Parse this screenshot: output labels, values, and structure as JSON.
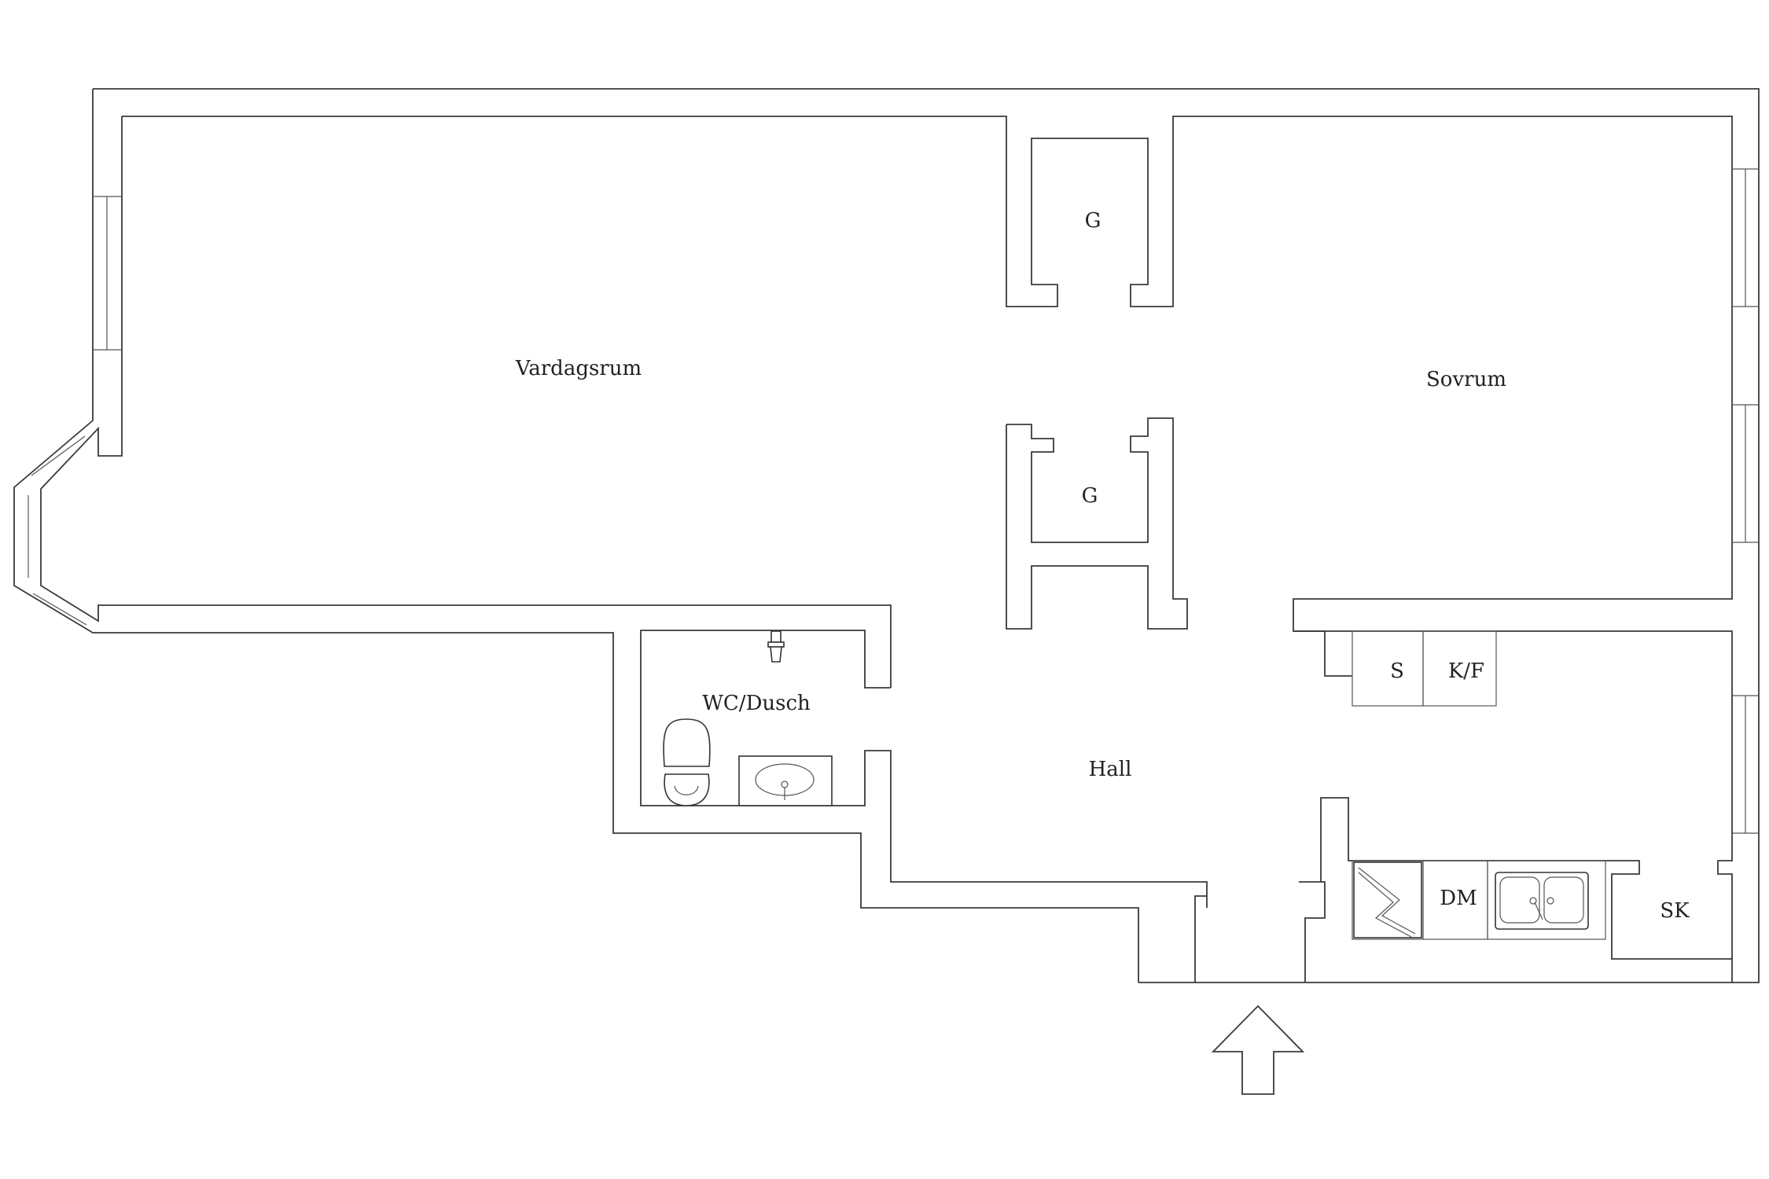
{
  "rooms": {
    "living_room": "Vardagsrum",
    "bedroom": "Sovrum",
    "closet_upper": "G",
    "closet_lower": "G",
    "bathroom": "WC/Dusch",
    "hall": "Hall",
    "kitchen_stove": "S",
    "kitchen_fridge": "K/F",
    "kitchen_dishwasher": "DM",
    "kitchen_cabinet": "SK"
  },
  "icons": {
    "entrance": "entrance-arrow-icon",
    "toilet": "toilet-icon",
    "sink": "washbasin-icon",
    "shower": "shower-head-icon",
    "stove": "stove-icon",
    "kitchen_sink": "double-sink-icon"
  },
  "colors": {
    "line": "#3a3a3a",
    "background": "#ffffff"
  }
}
